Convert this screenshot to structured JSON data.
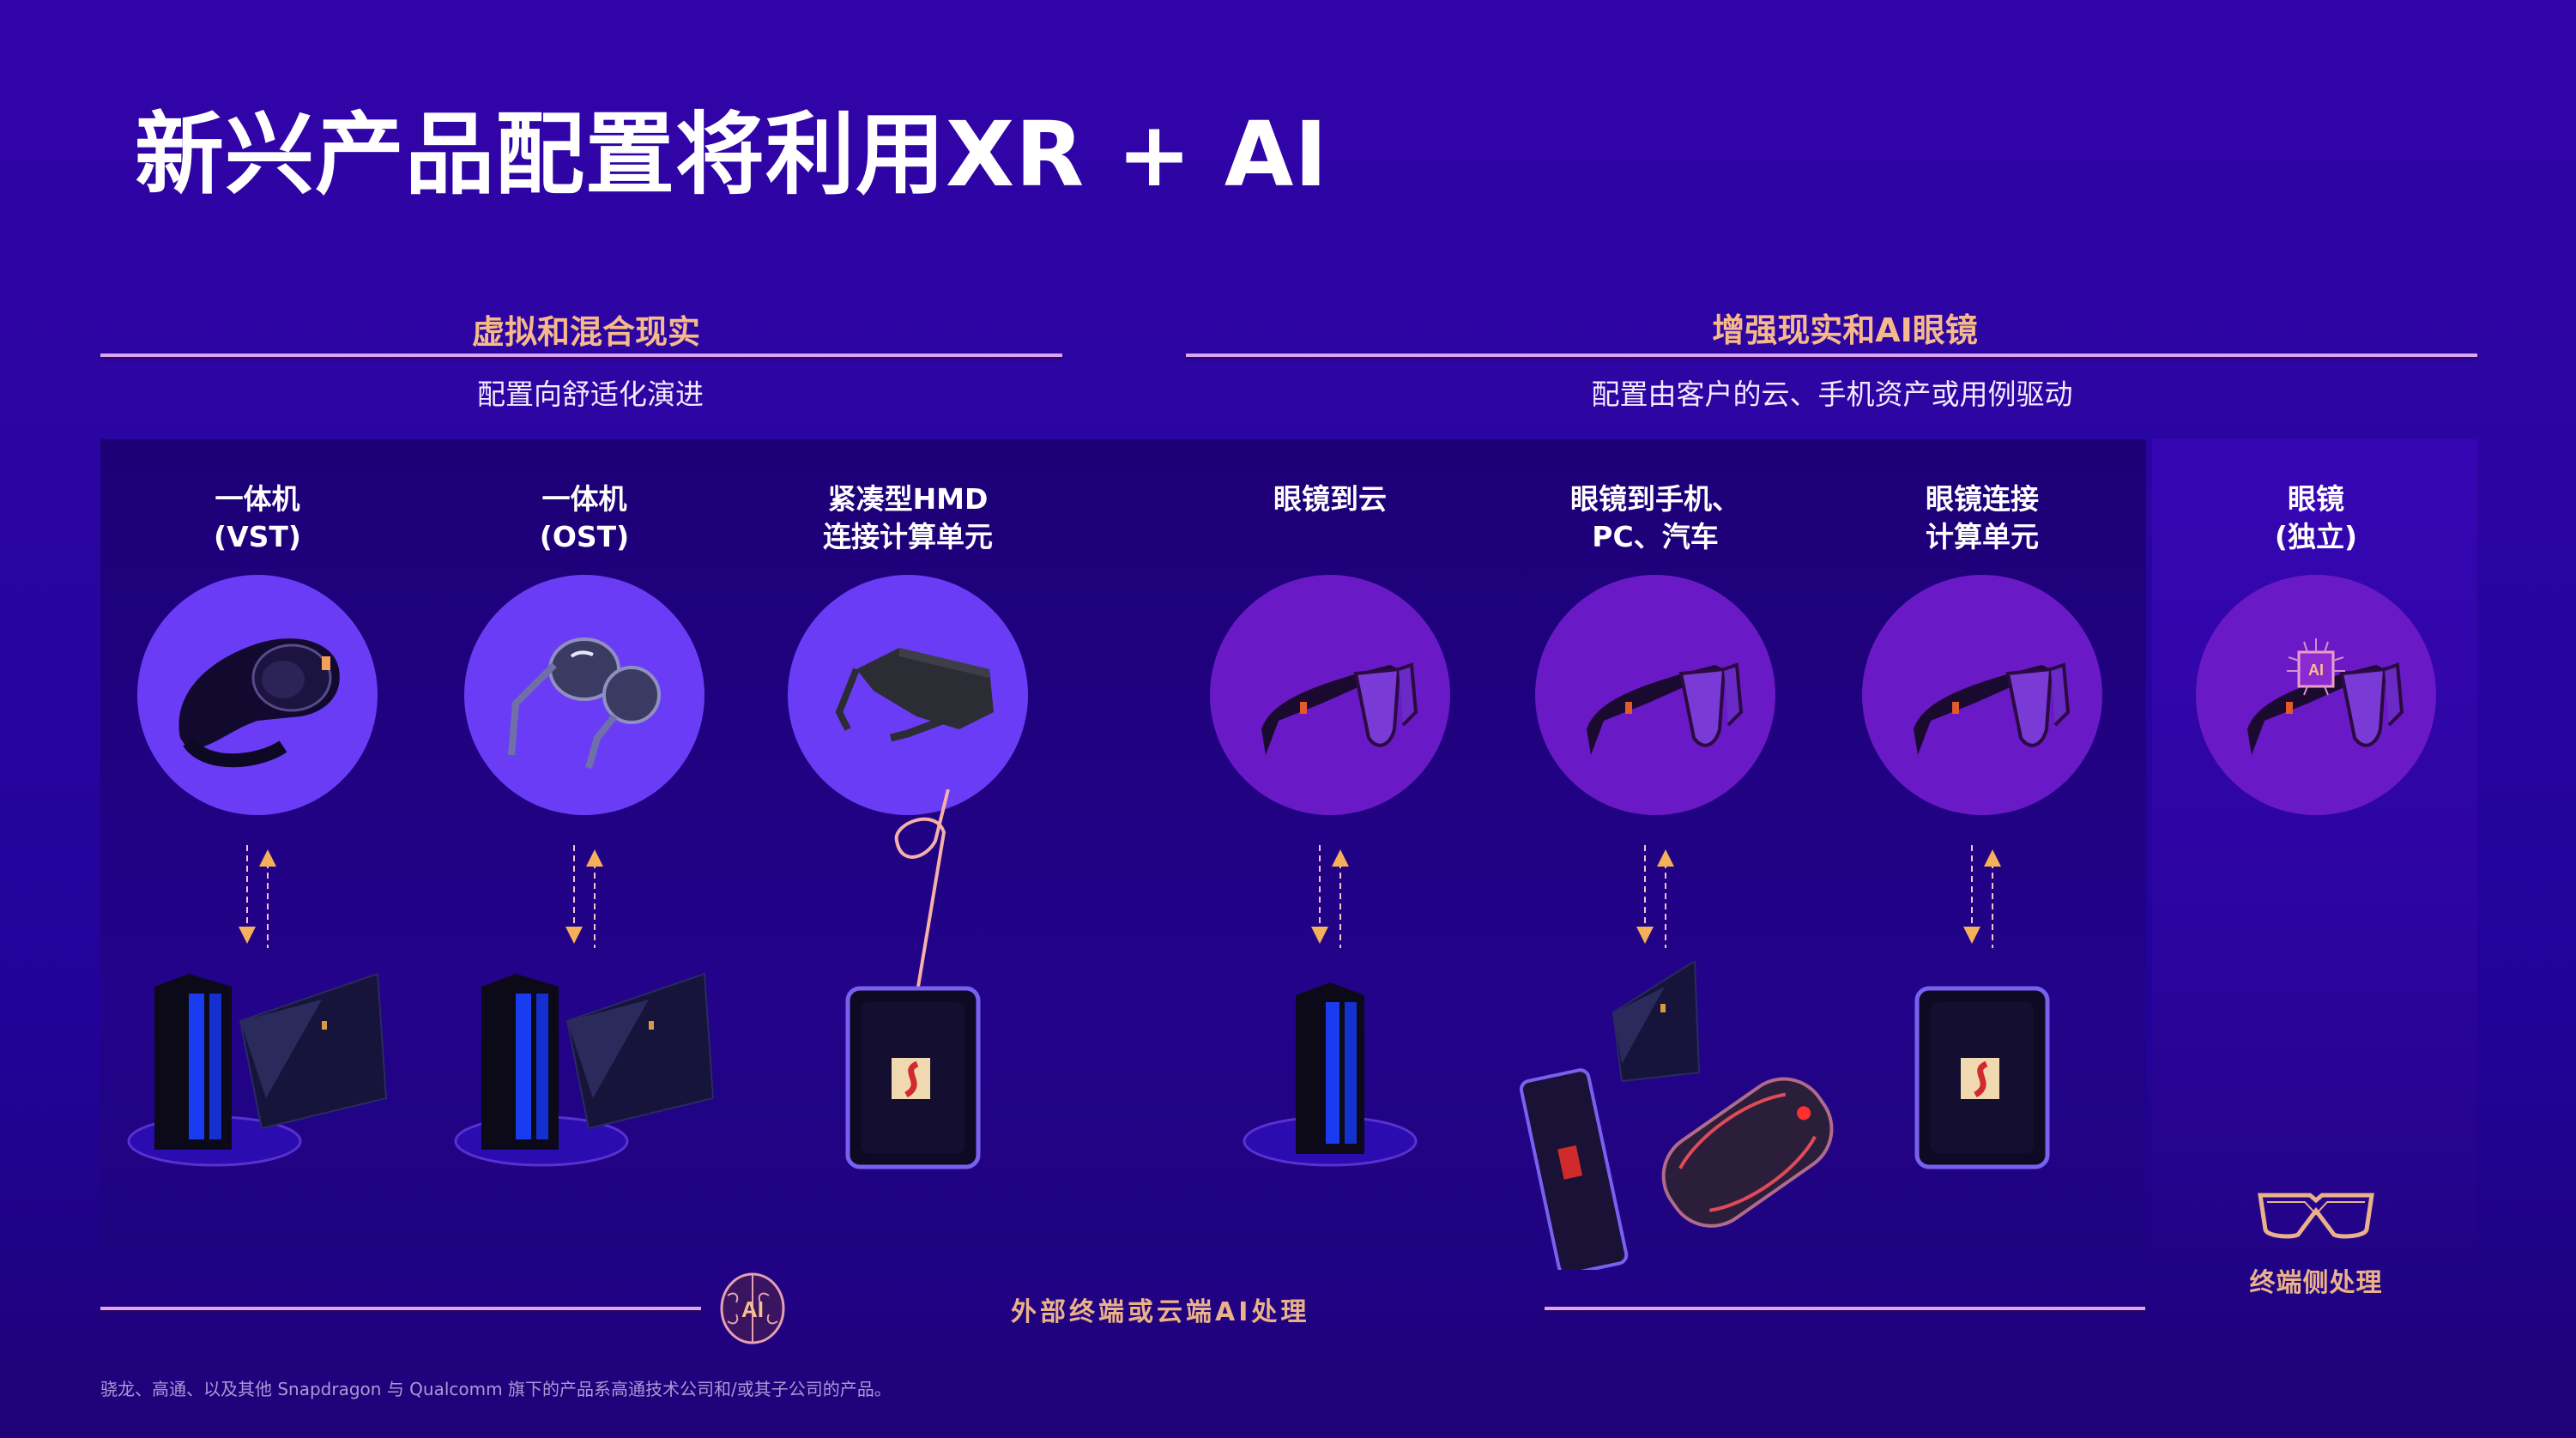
{
  "title": "新兴产品配置将利用XR + AI",
  "sections": {
    "vr_mr": {
      "heading": "虚拟和混合现实",
      "subheading": "配置向舒适化演进"
    },
    "ar_ai": {
      "heading": "增强现实和AI眼镜",
      "subheading": "配置由客户的云、手机资产或用例驱动"
    }
  },
  "columns": [
    {
      "label": "一体机\n(VST)",
      "device": "vst-headset",
      "compute": "cloud-server-and-pc"
    },
    {
      "label": "一体机\n(OST)",
      "device": "ost-glasses",
      "compute": "cloud-server-and-pc"
    },
    {
      "label": "紧凑型HMD\n连接计算单元",
      "device": "compact-hmd",
      "compute": "compute-puck"
    },
    {
      "label": "眼镜到云",
      "device": "smart-glasses",
      "compute": "cloud-server"
    },
    {
      "label": "眼镜到手机、\nPC、汽车",
      "device": "smart-glasses",
      "compute": "pc-phone-car"
    },
    {
      "label": "眼镜连接\n计算单元",
      "device": "smart-glasses",
      "compute": "compute-puck"
    },
    {
      "label": "眼镜\n(独立)",
      "device": "smart-glasses-ai",
      "compute": "none"
    }
  ],
  "bottom": {
    "external_label": "外部终端或云端AI处理",
    "on_device_label": "终端侧处理",
    "ai_badge": "AI"
  },
  "footnote": "骁龙、高通、以及其他 Snapdragon 与 Qualcomm 旗下的产品系高通技术公司和/或其子公司的产品。",
  "colors": {
    "background": "#2a05a0",
    "panel_dark": "#1d0076",
    "panel_light": "#3706b4",
    "xr_circle": "#6a3cf6",
    "ar_circle": "#6a19c6",
    "accent_orange": "#f6b98a",
    "rule": "#d9a6f2",
    "arrow": "#f5b05a"
  }
}
